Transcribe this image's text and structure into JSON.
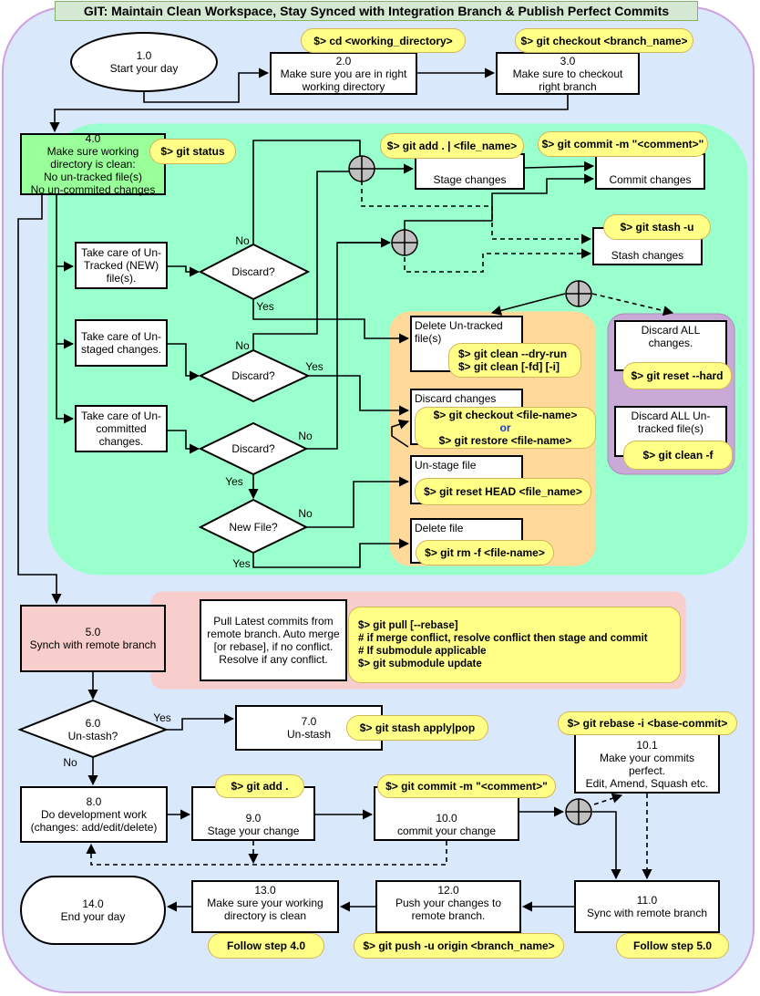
{
  "title": "GIT: Maintain Clean Workspace, Stay Synced with Integration Branch & Publish Perfect Commits",
  "colors": {
    "outer_panel": "#dae8fc",
    "outer_border": "#d0a0e0",
    "workspace_panel": "#99ffcc",
    "actions_panel": "#ffd999",
    "discard_all_panel": "#c9a9d6",
    "sync_panel": "#f8cecc",
    "command_note": "#ffff88",
    "step_green": "#99ff99",
    "step_red": "#f8cecc",
    "or_text": "#1a3cd6"
  },
  "nodes": {
    "n1": "1.0\nStart your day",
    "n2": "2.0\nMake sure you are in right\nworking directory",
    "n3": "3.0\nMake sure to checkout\nright branch",
    "n4": "4.0\nMake sure working\ndirectory is clean:\nNo un-tracked file(s)\nNo un-commited changes",
    "untracked": "Take care of Un-\nTracked (NEW)\nfile(s).",
    "unstaged": "Take care of Un-\nstaged changes.",
    "uncommitted": "Take care of Un-\ncommitted\nchanges.",
    "d1": "Discard?",
    "d2": "Discard?",
    "d3": "Discard?",
    "d4": "New File?",
    "stage": "Stage changes",
    "commit": "Commit changes",
    "stash": "Stash changes",
    "del_untracked": "Delete Un-tracked\nfile(s)",
    "discard_changes": "Discard changes",
    "unstage_file": "Un-stage file",
    "delete_file": "Delete file",
    "discard_all_changes": "Discard ALL\nchanges.",
    "discard_all_untracked": "Discard ALL Un-\ntracked file(s)",
    "n5": "5.0\nSynch with remote branch",
    "pull_desc": "Pull Latest commits from\nremote branch. Auto merge\n[or rebase], if no conflict.\nResolve if any conflict.",
    "n6": "6.0\nUn-stash?",
    "n7": "7.0\nUn-stash",
    "n8": "8.0\nDo development work\n(changes: add/edit/delete)",
    "n9": "9.0\nStage your change",
    "n10": "10.0\ncommit your change",
    "n10_1": "10.1\nMake your commits\nperfect.\nEdit, Amend, Squash etc.",
    "n11": "11.0\nSync with remote branch",
    "n12": "12.0\nPush your changes to\nremote branch.",
    "n13": "13.0\nMake sure your working\ndirectory is clean",
    "n14": "14.0\nEnd your day"
  },
  "commands": {
    "cd": "$> cd <working_directory>",
    "checkout": "$> git checkout <branch_name>",
    "status": "$> git status",
    "add": "$> git add . | <file_name>",
    "commit_m": "$> git commit -m \"<comment>\"",
    "stash_u": "$> git stash -u",
    "clean_dry": "$> git clean --dry-run\n$> git clean [-fd] [-i]",
    "checkout_file": "$> git checkout <file-name>",
    "or_label": "or",
    "restore_file": "$> git restore <file-name>",
    "reset_head": "$> git reset HEAD <file_name>",
    "rm_f": "$> git rm -f <file-name>",
    "reset_hard": "$> git reset --hard",
    "clean_f": "$> git clean -f",
    "pull": "$> git pull [--rebase]\n# if merge conflict, resolve conflict then stage and commit\n# If submodule applicable\n$> git submodule update",
    "stash_apply": "$> git stash apply|pop",
    "add_dot": "$> git add .",
    "commit_m2": "$> git commit -m \"<comment>\"",
    "rebase": "$> git rebase -i <base-commit>",
    "push": "$> git push -u origin <branch_name>",
    "follow4": "Follow step 4.0",
    "follow5": "Follow step 5.0"
  },
  "edge_labels": {
    "no1": "No",
    "yes1": "Yes",
    "no2": "No",
    "yes2": "Yes",
    "no3": "No",
    "yes3": "Yes",
    "no4": "No",
    "yes4": "Yes",
    "yes6": "Yes",
    "no6": "No"
  }
}
